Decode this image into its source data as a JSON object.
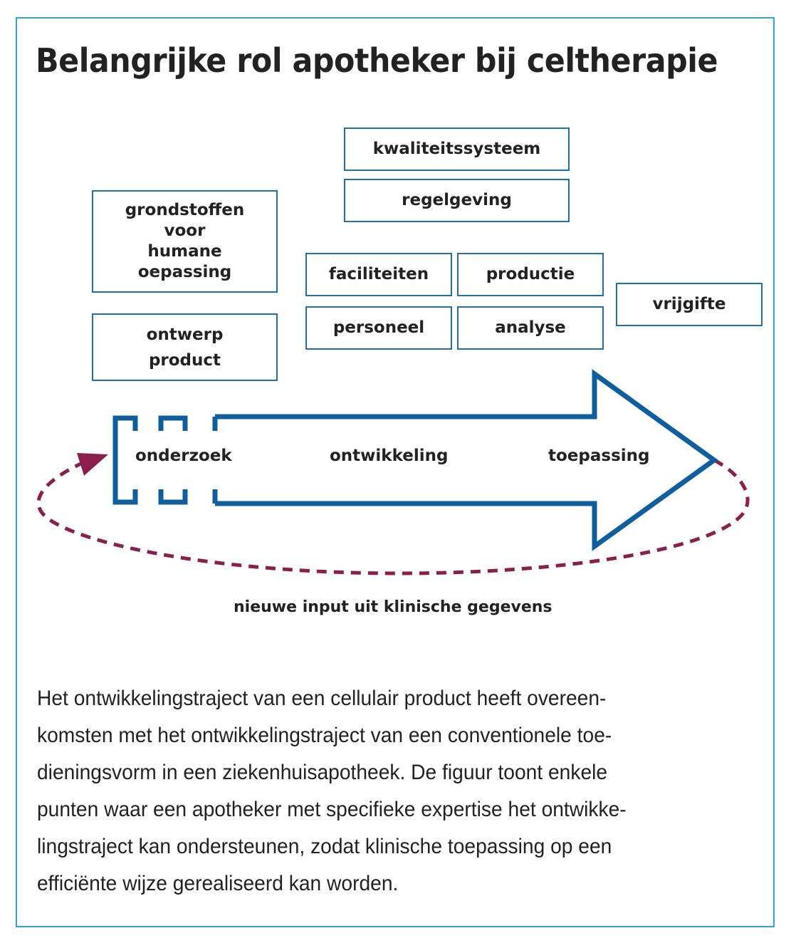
{
  "title": "Belangrijke rol apotheker bij celtherapie",
  "colors": {
    "frame": "#2ea2df",
    "box_border": "#1f6fae",
    "arrow": "#0f5f9f",
    "feedback_loop": "#8a1f4c",
    "text": "#222222"
  },
  "boxes": {
    "kwaliteitssysteem": "kwaliteitssysteem",
    "regelgeving": "regelgeving",
    "grondstoffen": [
      "grondstoffen",
      "voor",
      "humane",
      "oepassing"
    ],
    "ontwerp_product": [
      "ontwerp",
      "product"
    ],
    "faciliteiten": "faciliteiten",
    "productie": "productie",
    "personeel": "personeel",
    "analyse": "analyse",
    "vrijgifte": "vrijgifte"
  },
  "arrow": {
    "stages": [
      "onderzoek",
      "ontwikkeling",
      "toepassing"
    ]
  },
  "feedback_label": "nieuwe input uit klinische gegevens",
  "caption_lines": [
    "Het ontwikkelingstraject van een cellulair product heeft overeen-",
    "komsten met het ontwikkelingstraject van een conventionele toe-",
    "dieningsvorm in een ziekenhuisapotheek. De figuur toont enkele",
    "punten waar een apotheker met specifieke expertise het ontwikke-",
    "lingstraject kan ondersteunen, zodat klinische toepassing op een",
    "efficiënte wijze gerealiseerd kan worden."
  ]
}
